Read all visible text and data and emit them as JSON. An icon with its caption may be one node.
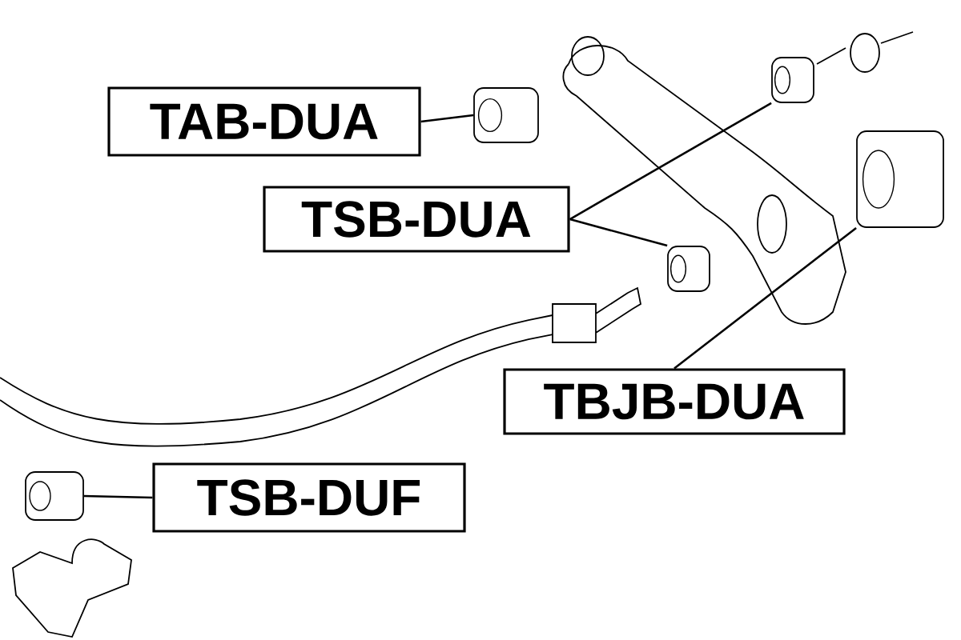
{
  "diagram": {
    "nodes": [
      {
        "text": [
          "TAB-DUA"
        ]
      },
      {
        "text": [],
        "shape": "picture"
      },
      {
        "text": [
          "TSB-DUA"
        ]
      },
      {
        "text": [],
        "shape": "picture"
      },
      {
        "text": [],
        "shape": "picture"
      },
      {
        "text": [
          "TBJB-DUA"
        ]
      },
      {
        "text": [],
        "shape": "picture"
      },
      {
        "text": [
          "TSB-DUF"
        ]
      },
      {
        "text": [],
        "shape": "picture"
      }
    ],
    "edges": [
      {
        "from": 0,
        "to": 1,
        "arrow": "none"
      },
      {
        "from": 2,
        "to": 3,
        "arrow": "none"
      },
      {
        "from": 2,
        "to": 4,
        "arrow": "none"
      },
      {
        "from": 5,
        "to": 6,
        "arrow": "none"
      },
      {
        "from": 7,
        "to": 8,
        "arrow": "none"
      }
    ]
  }
}
